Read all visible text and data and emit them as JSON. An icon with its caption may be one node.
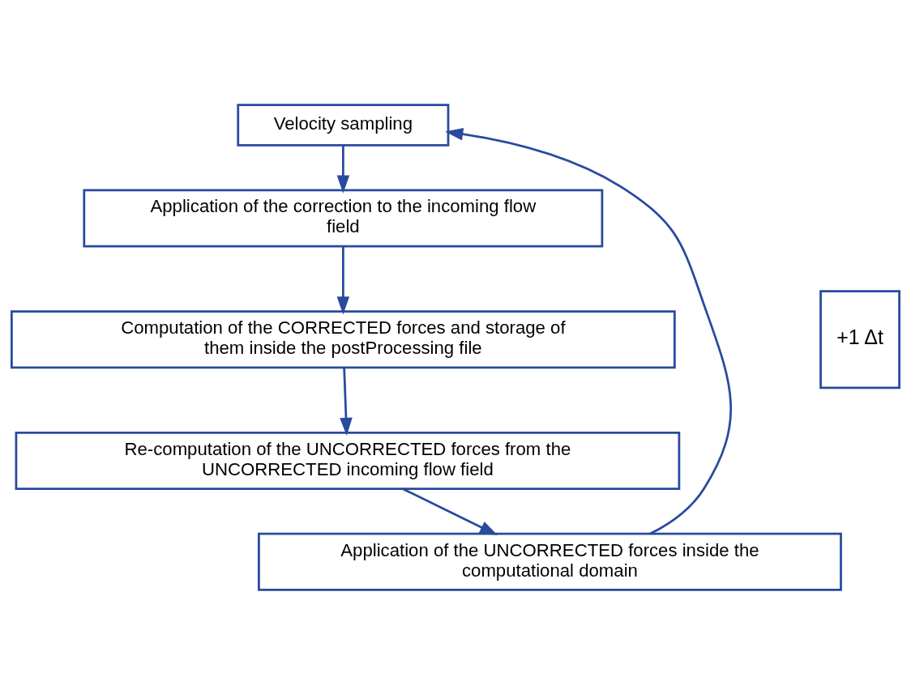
{
  "diagram": {
    "nodes": [
      {
        "text": [
          "Velocity sampling"
        ]
      },
      {
        "text": [
          "Application of the correction to the incoming flow field"
        ]
      },
      {
        "text": [
          "Computation of the CORRECTED forces and storage of them inside the postProcessing file"
        ]
      },
      {
        "text": [
          "Re-computation of the UNCORRECTED forces from the UNCORRECTED incoming flow field"
        ]
      },
      {
        "text": [
          "Application of the UNCORRECTED forces inside the computational domain"
        ]
      },
      {
        "text": [
          "+1 Δt"
        ]
      }
    ],
    "edges": [
      {
        "from": 0,
        "to": 1,
        "arrow": "to"
      },
      {
        "from": 1,
        "to": 2,
        "arrow": "to"
      },
      {
        "from": 2,
        "to": 3,
        "arrow": "to"
      },
      {
        "from": 3,
        "to": 4,
        "arrow": "to"
      },
      {
        "from": 4,
        "to": 0,
        "arrow": "to"
      }
    ]
  }
}
